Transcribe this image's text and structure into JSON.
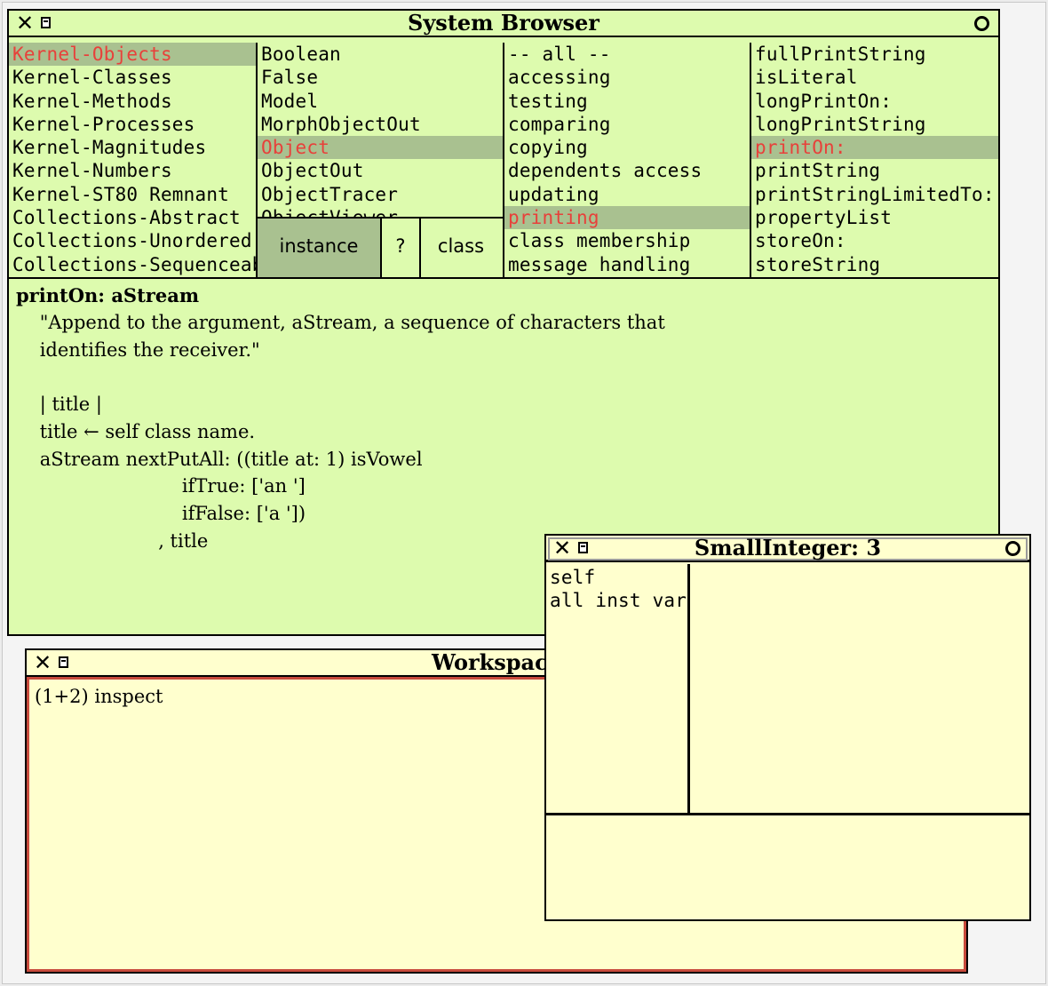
{
  "browser": {
    "title": "System Browser",
    "categories": [
      {
        "label": "Kernel-Objects",
        "selected": true
      },
      {
        "label": "Kernel-Classes"
      },
      {
        "label": "Kernel-Methods"
      },
      {
        "label": "Kernel-Processes"
      },
      {
        "label": "Kernel-Magnitudes"
      },
      {
        "label": "Kernel-Numbers"
      },
      {
        "label": "Kernel-ST80 Remnant"
      },
      {
        "label": "Collections-Abstract"
      },
      {
        "label": "Collections-Unordered"
      },
      {
        "label": "Collections-Sequenceable"
      }
    ],
    "classes": [
      {
        "label": "Boolean"
      },
      {
        "label": "False"
      },
      {
        "label": "Model"
      },
      {
        "label": "MorphObjectOut"
      },
      {
        "label": "Object",
        "selected": true
      },
      {
        "label": "ObjectOut"
      },
      {
        "label": "ObjectTracer"
      },
      {
        "label": "ObjectViewer"
      }
    ],
    "buttons": {
      "instance": "instance",
      "help": "?",
      "class": "class"
    },
    "protocols": [
      {
        "label": "-- all --"
      },
      {
        "label": "accessing"
      },
      {
        "label": "testing"
      },
      {
        "label": "comparing"
      },
      {
        "label": "copying"
      },
      {
        "label": "dependents access"
      },
      {
        "label": "updating"
      },
      {
        "label": "printing",
        "selected": true
      },
      {
        "label": "class membership"
      },
      {
        "label": "message handling"
      }
    ],
    "methods": [
      {
        "label": "fullPrintString"
      },
      {
        "label": "isLiteral"
      },
      {
        "label": "longPrintOn:"
      },
      {
        "label": "longPrintString"
      },
      {
        "label": "printOn:",
        "selected": true
      },
      {
        "label": "printString"
      },
      {
        "label": "printStringLimitedTo:"
      },
      {
        "label": "propertyList"
      },
      {
        "label": "storeOn:"
      },
      {
        "label": "storeString"
      }
    ],
    "code": {
      "header": "printOn: aStream",
      "lines": [
        "    \"Append to the argument, aStream, a sequence of characters that",
        "    identifies the receiver.\"",
        "",
        "    | title |",
        "    title ← self class name.",
        "    aStream nextPutAll: ((title at: 1) isVowel",
        "                            ifTrue: ['an ']",
        "                            ifFalse: ['a '])",
        "                        , title"
      ]
    }
  },
  "workspace": {
    "title": "Workspace",
    "text": "(1+2) inspect"
  },
  "inspector": {
    "title": "SmallInteger: 3",
    "fields": [
      {
        "label": "self"
      },
      {
        "label": "all inst vars"
      }
    ],
    "value": "",
    "eval": ""
  },
  "colors": {
    "browser_bg": "#ddfbae",
    "inspector_bg": "#ffffce",
    "workspace_border": "#c84a3c",
    "selection_bg": "#a9c190",
    "selection_text": "#e8403a"
  }
}
